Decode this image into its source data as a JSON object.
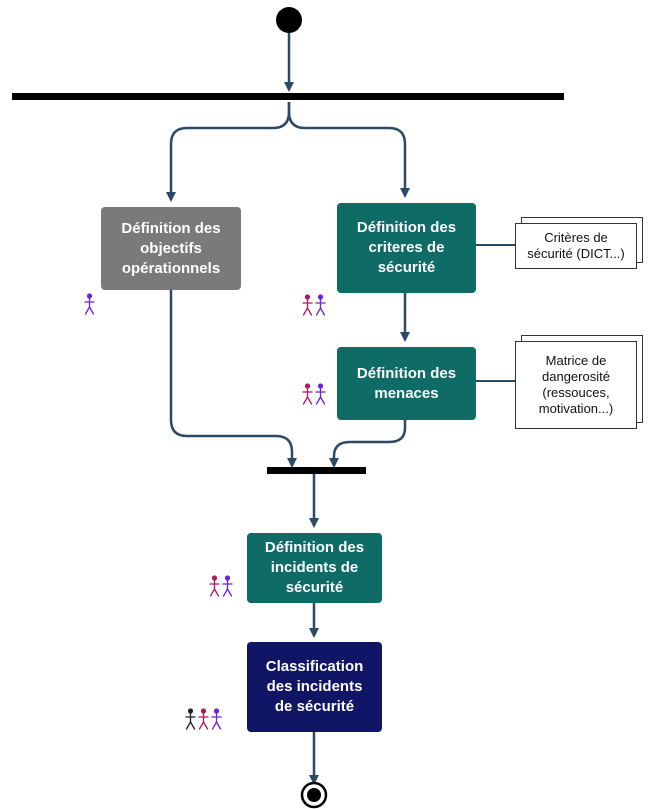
{
  "colors": {
    "gray": "#7a7a7a",
    "teal": "#0f6b65",
    "navy": "#111566",
    "edge": "#2b4a66",
    "bar": "#000000",
    "actor_black": "#222222",
    "actor_magenta": "#b5175e",
    "actor_purple": "#6a22e0"
  },
  "nodes": {
    "objectifs": "Définition des\nobjectifs\nopérationnels",
    "criteres": "Définition des\ncriteres de\nsécurité",
    "menaces": "Définition des\nmenaces",
    "incidents": "Définition des\nincidents de\nsécurité",
    "classification": "Classification\ndes incidents\nde sécurité"
  },
  "notes": {
    "criteres_note": "Critères de\nsécurité (DICT...)",
    "menaces_note": "Matrice de\ndangerosité\n(ressouces,\nmotivation...)"
  },
  "actor_groups": {
    "objectifs": [
      "purple"
    ],
    "criteres": [
      "magenta",
      "purple"
    ],
    "menaces": [
      "magenta",
      "purple"
    ],
    "incidents": [
      "magenta",
      "purple"
    ],
    "classification": [
      "black",
      "magenta",
      "purple"
    ]
  },
  "icons": {
    "actor": "stick-figure-icon",
    "start": "initial-node-icon",
    "end": "final-node-icon"
  }
}
